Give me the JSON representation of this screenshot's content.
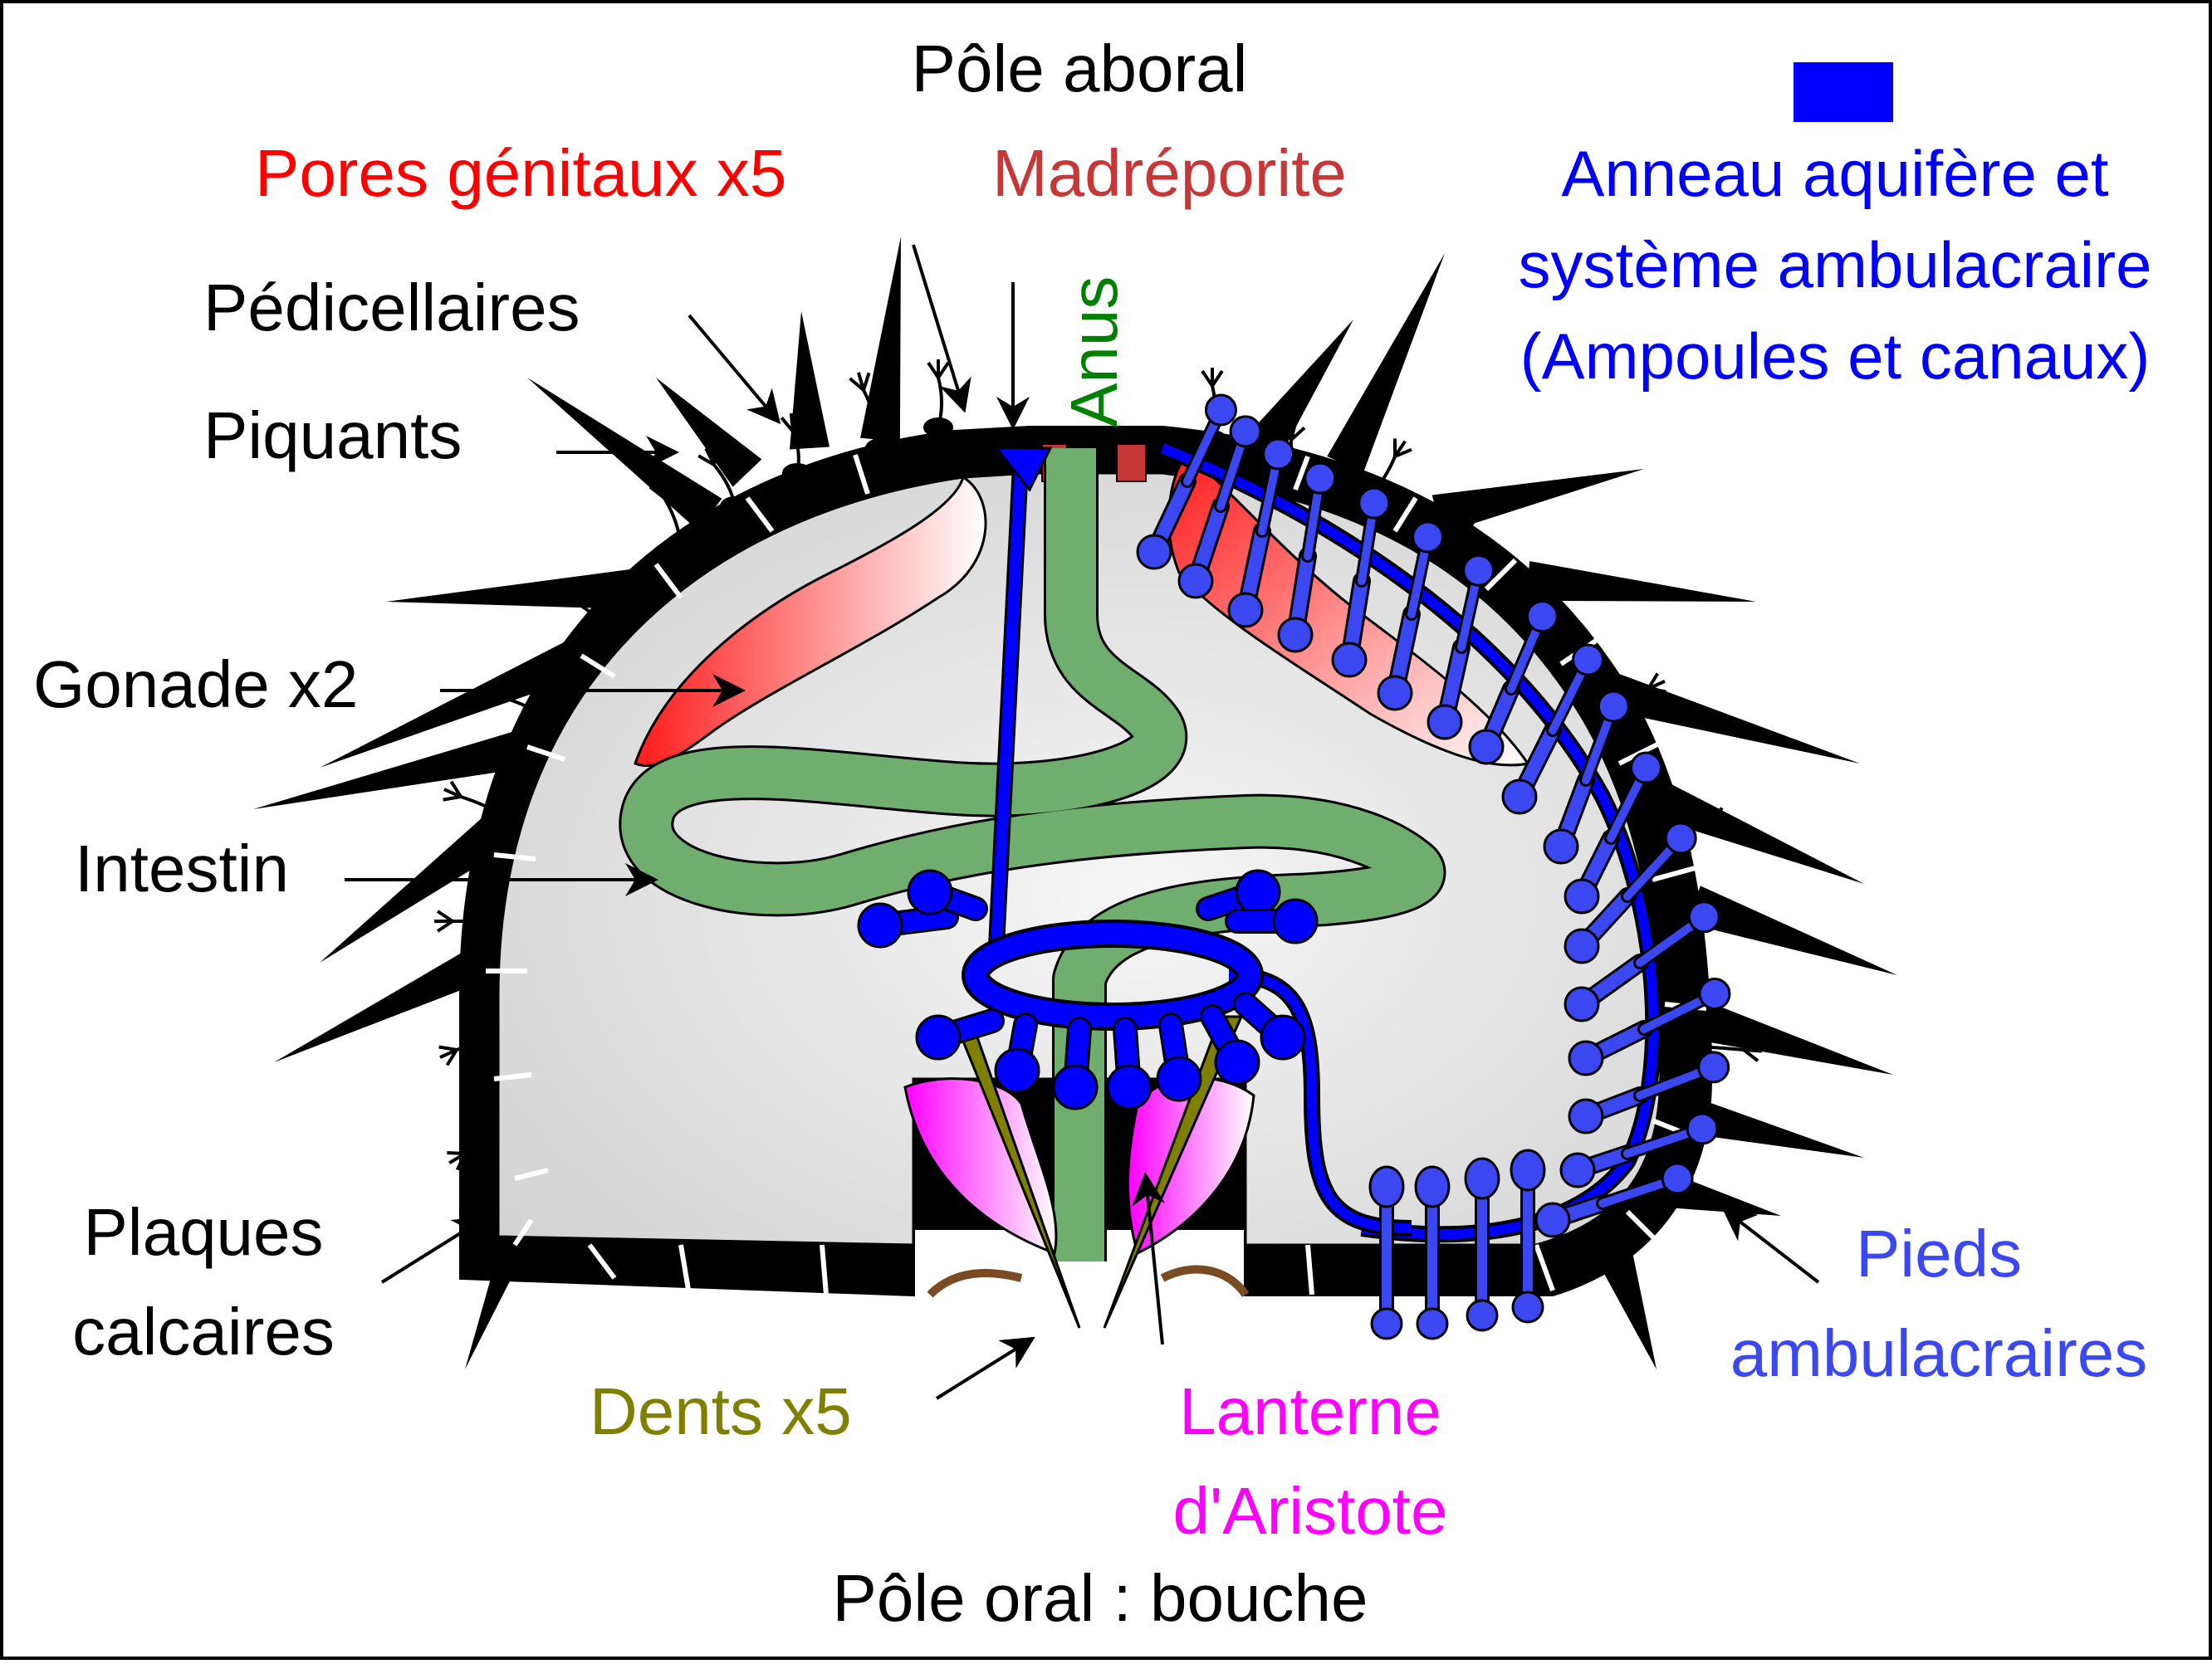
{
  "labels": {
    "aboral": "Pôle aboral",
    "pores": "Pores génitaux x5",
    "madreporite": "Madréporite",
    "anus": "Anus",
    "anneau_1": "Anneau aquifère et",
    "anneau_2": "système ambulacraire",
    "anneau_3": "(Ampoules et canaux)",
    "pedicellaires": "Pédicellaires",
    "piquants": "Piquants",
    "gonade": "Gonade x2",
    "intestin": "Intestin",
    "plaques_1": "Plaques",
    "plaques_2": "calcaires",
    "dents": "Dents x5",
    "lanterne_1": "Lanterne",
    "lanterne_2": "d'Aristote",
    "pieds_1": "Pieds",
    "pieds_2": "ambulacraires",
    "oral": "Pôle oral : bouche"
  },
  "colors": {
    "black": "#000000",
    "pores": "#ff0000",
    "madreporite": "#c83737",
    "anus": "#008000",
    "water_system": "#0000ff",
    "pieds": "#3b47f0",
    "dents": "#808000",
    "lanterne": "#ff00ff",
    "intestine_fill": "#6fae6f",
    "body_fill": "#dcdcdc"
  },
  "icons": {
    "legend_swatch": "blue-rectangle",
    "pointer": "arrow-icon"
  }
}
